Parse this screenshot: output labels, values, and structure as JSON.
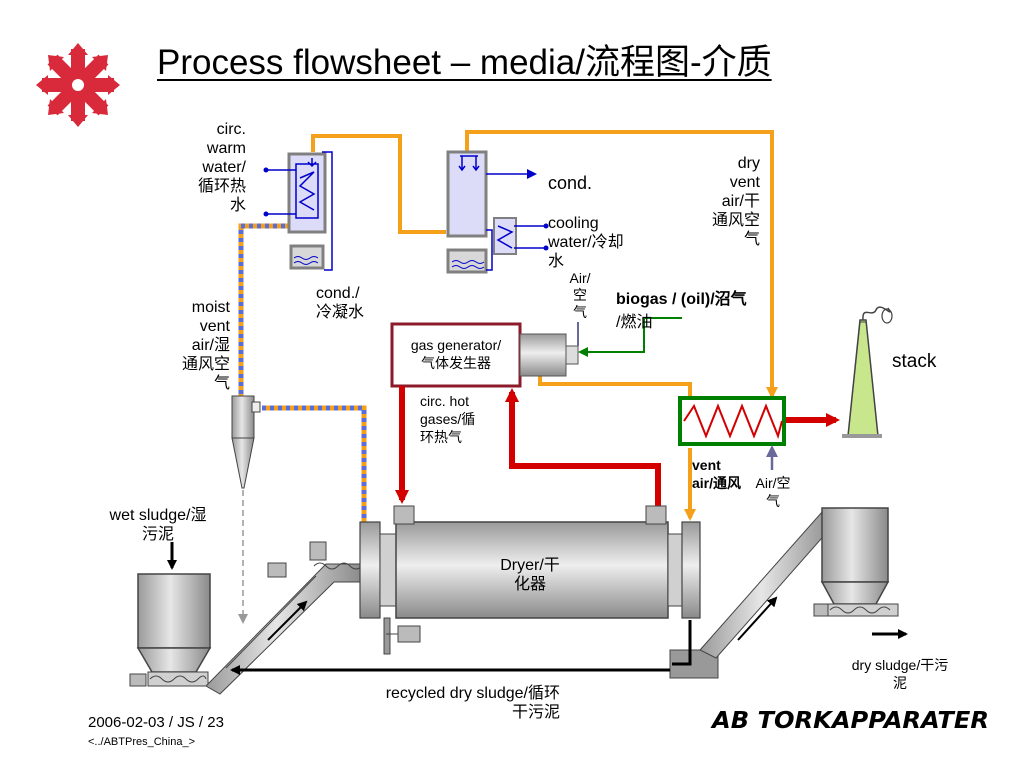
{
  "title": "Process flowsheet – media/流程图-介质",
  "labels": {
    "circ_warm_water": "circ.\nwarm\nwater/\n循环热\n水",
    "moist_vent_air": "moist\nvent\nair/湿\n通风空\n气",
    "cond_water": "cond./\n冷凝水",
    "cond": "cond.",
    "cooling_water": "cooling\nwater/冷却\n水",
    "air_gas_gen": "Air/\n空\n气",
    "biogas_bold": "biogas / (oil)/沼气",
    "biogas_rest": "/燃油",
    "dry_vent_air": "dry\nvent\nair/干\n通风空\n气",
    "stack": "stack",
    "gas_generator": "gas generator/\n气体发生器",
    "circ_hot_gases": "circ. hot\ngases/循\n环热气",
    "vent_air_bold": "vent\nair/通风",
    "air_hx": "Air/空\n气",
    "wet_sludge": "wet sludge/湿\n污泥",
    "dryer": "Dryer/干\n化器",
    "recycled_dry_sludge": "recycled dry sludge/循环\n干污泥",
    "dry_sludge": "dry sludge/干污\n泥"
  },
  "footer": {
    "date_line": "2006-02-03 / JS / 23",
    "path_line": "<../ABTPres_China_>",
    "brand": "AB TORKAPPARATER"
  },
  "colors": {
    "orange": "#f5a01a",
    "blue_dash": "#5a6ed8",
    "red": "#d40000",
    "green": "#008000",
    "blue": "#0000cc",
    "gray_fill": "#c8c8c8",
    "lavender": "#dcdcf8",
    "stack_green": "#c8e68c",
    "logo_red": "#d82a3a"
  }
}
